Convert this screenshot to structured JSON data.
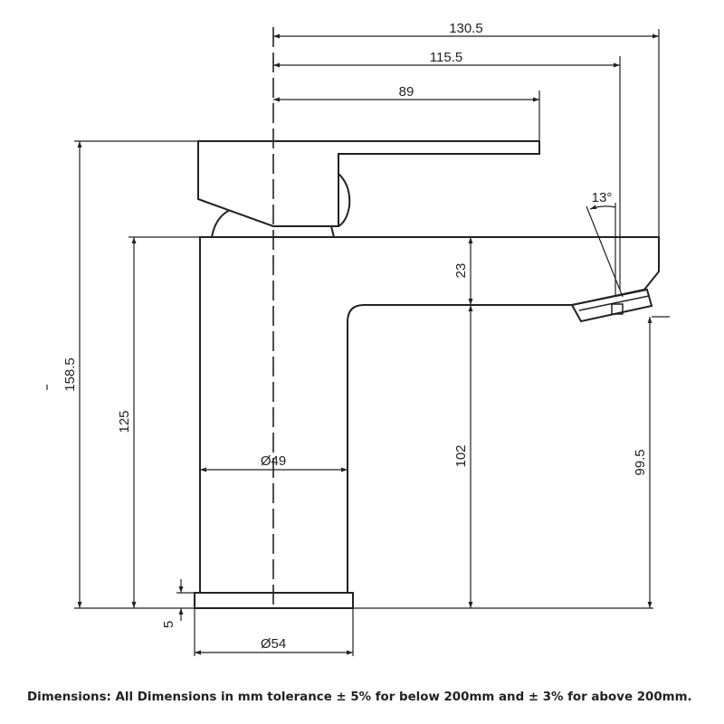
{
  "dimensions": {
    "overall_reach": "130.5",
    "spout_reach": "115.5",
    "handle_reach": "89",
    "angle": "13°",
    "spout_height": "23",
    "total_height": "158.5",
    "body_height": "125",
    "under_spout": "102",
    "spout_clearance": "99.5",
    "body_diameter": "Ø49",
    "base_thickness": "5",
    "base_diameter": "Ø54"
  },
  "caption": "Dimensions: All Dimensions in mm tolerance ± 5% for below 200mm and ± 3% for above 200mm.",
  "colors": {
    "line": "#222222",
    "background": "#ffffff"
  }
}
